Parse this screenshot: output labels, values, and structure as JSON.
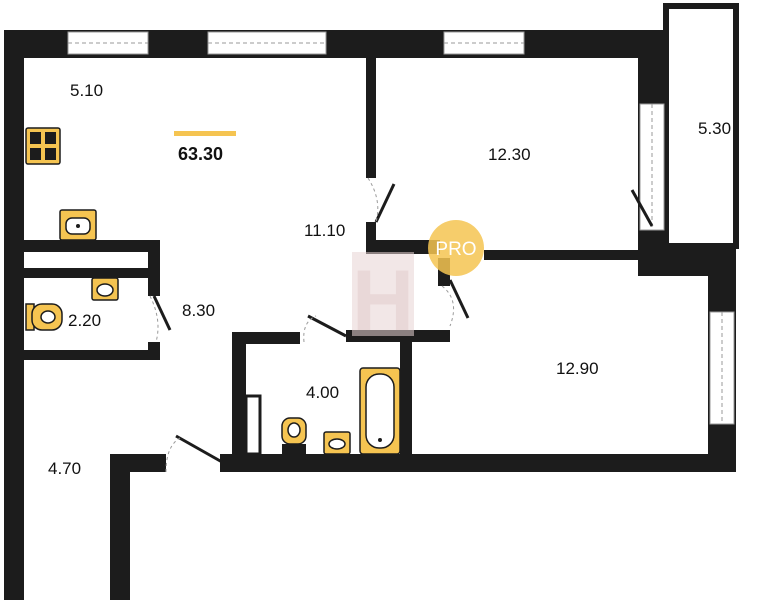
{
  "plan": {
    "total_area": "63.30",
    "rooms": [
      {
        "id": "kitchen",
        "area": "5.10"
      },
      {
        "id": "hall",
        "area": "11.10"
      },
      {
        "id": "bedroom-top",
        "area": "12.30"
      },
      {
        "id": "balcony",
        "area": "5.30"
      },
      {
        "id": "wc",
        "area": "2.20"
      },
      {
        "id": "corridor",
        "area": "8.30"
      },
      {
        "id": "bathroom",
        "area": "4.00"
      },
      {
        "id": "bedroom-bottom",
        "area": "12.90"
      },
      {
        "id": "entrance",
        "area": "4.70"
      }
    ]
  },
  "badge": {
    "text": "PRO"
  },
  "watermark": {
    "letter": "H"
  },
  "colors": {
    "wall": "#1c1c1c",
    "accent": "#f5c451",
    "badge": "#f5c451",
    "watermark": "#e7d3d3",
    "window_line": "#9a9a9a"
  },
  "icons": [
    "stove-icon",
    "kitchen-sink-icon",
    "washbasin-icon",
    "toilet-icon",
    "bathtub-icon"
  ]
}
